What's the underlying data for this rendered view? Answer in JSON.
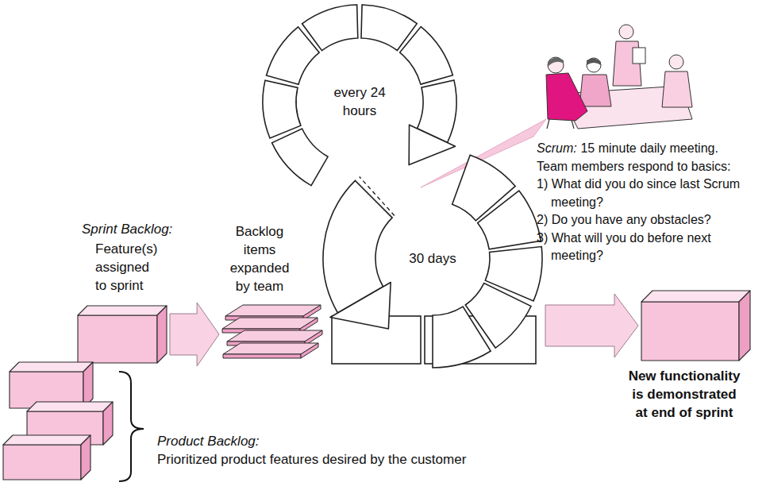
{
  "diagram": {
    "nodes": [
      {
        "text": [
          "Sprint Backlog:",
          "Feature(s) assigned to sprint"
        ]
      },
      {
        "text": [
          "Backlog items expanded by team"
        ]
      },
      {
        "text": [
          "every 24 hours"
        ]
      },
      {
        "text": [
          "30 days"
        ]
      },
      {
        "text": [
          "New functionality is demonstrated at end of sprint"
        ]
      },
      {
        "text": [
          "Product Backlog:",
          "Prioritized product features desired by the customer"
        ]
      }
    ],
    "edges": [
      {
        "from": 0,
        "to": 1,
        "arrow": "to"
      },
      {
        "from": 3,
        "to": 4,
        "arrow": "to"
      }
    ],
    "labels": [
      "Scrum:",
      "15 minute daily meeting. Team members respond to basics:",
      "1) What did you do since last Scrum meeting?",
      "2) Do you have any obstacles?",
      "3) What will you do before next meeting?"
    ]
  }
}
